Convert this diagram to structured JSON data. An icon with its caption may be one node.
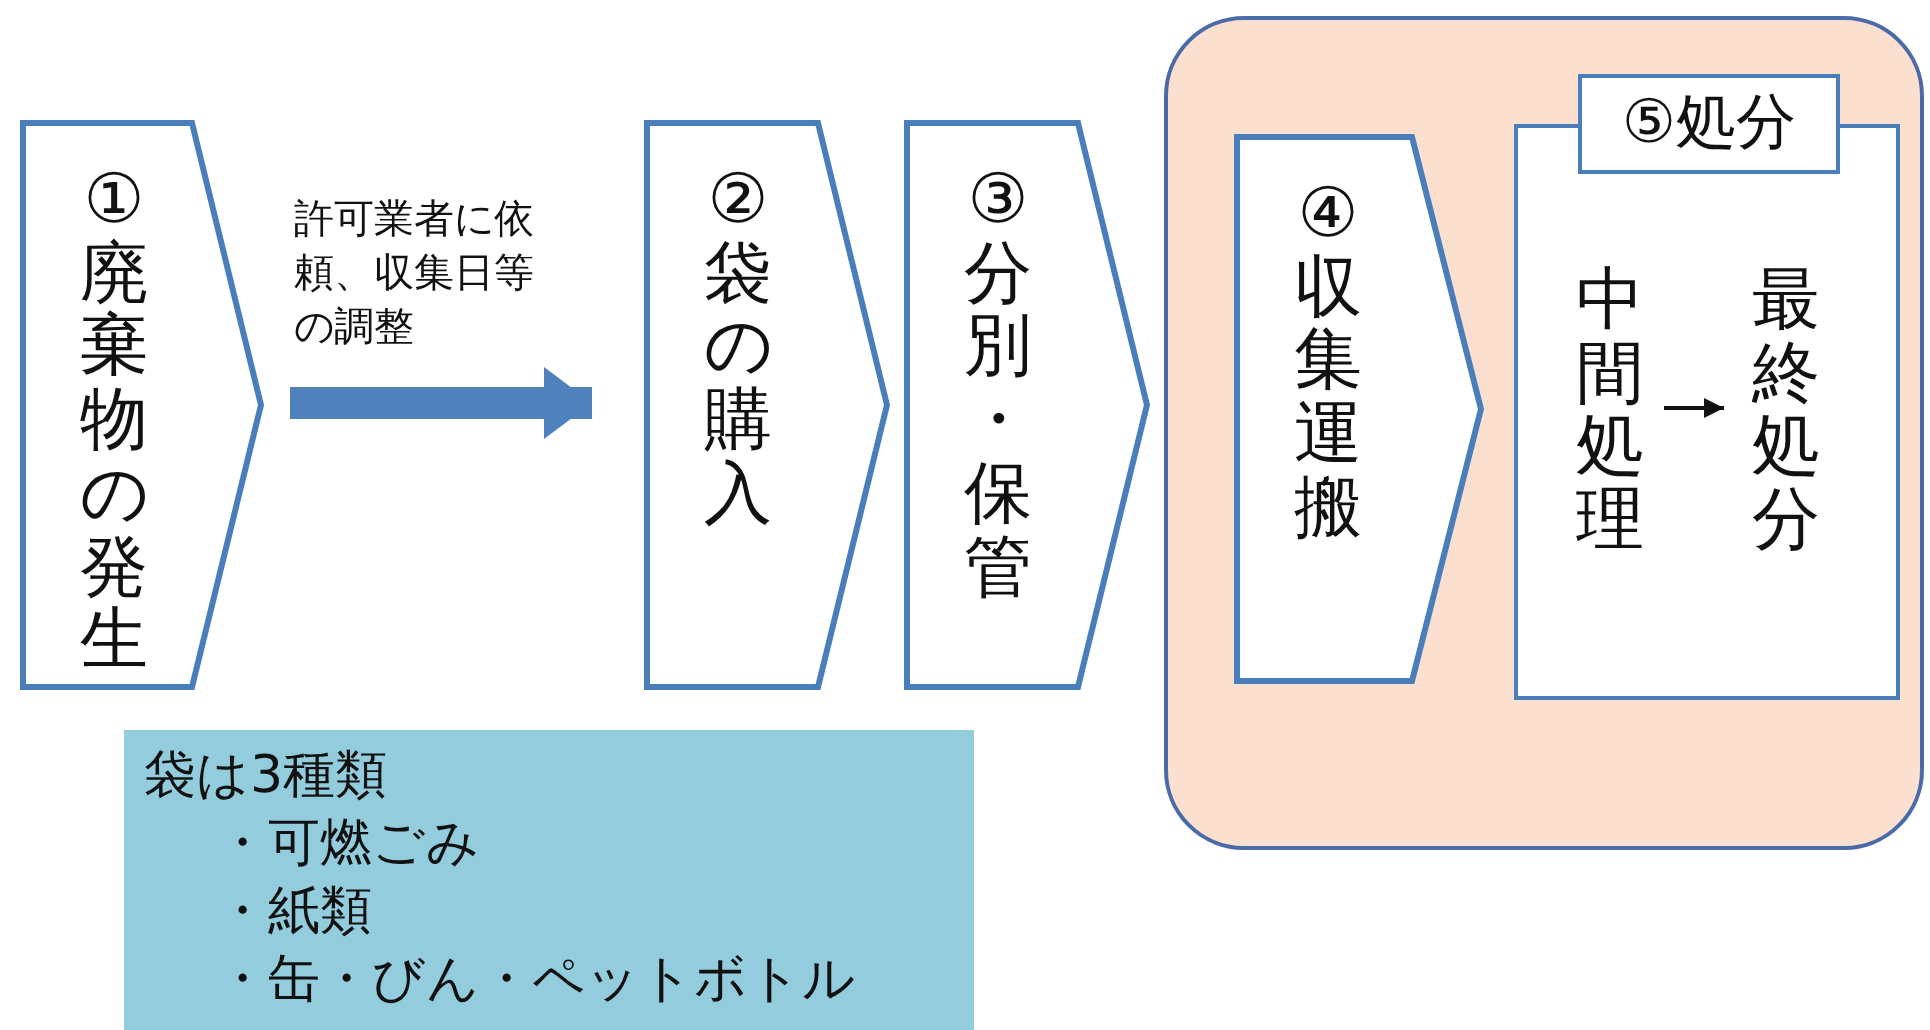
{
  "diagram": {
    "nodes": [
      {
        "text": [
          "①廃棄物の発生"
        ]
      },
      {
        "text": [
          "②袋の購入"
        ]
      },
      {
        "text": [
          "③分別・保管"
        ]
      },
      {
        "text": [],
        "shape": "box"
      },
      {
        "text": [
          "④収集運搬"
        ],
        "in": 3
      },
      {
        "text": [
          "⑤処分"
        ],
        "in": 3
      },
      {
        "text": [
          "中間処理"
        ],
        "in": 5
      },
      {
        "text": [
          "最終処分"
        ],
        "in": 5
      },
      {
        "text": [
          "袋は3種類",
          "・可燃ごみ",
          "・紙類",
          "・缶・びん・ペットボトル"
        ]
      }
    ],
    "edges": [
      {
        "from": 0,
        "to": 1,
        "arrow": "to",
        "label": "許可業者に依頼、収集日等の調整",
        "style": "thick",
        "color": "#4f81bd"
      },
      {
        "from": 6,
        "to": 7,
        "arrow": "to",
        "color": "#111111"
      }
    ]
  }
}
